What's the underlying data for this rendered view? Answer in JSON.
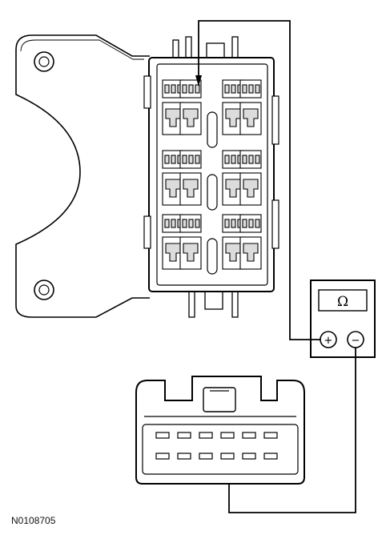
{
  "figure": {
    "id": "N0108705"
  },
  "meter": {
    "symbol": "Ω",
    "plus_symbol": "+",
    "minus_symbol": "−"
  },
  "colors": {
    "stroke": "#000000",
    "background": "#ffffff",
    "fill_gray": "#dcdcdc"
  },
  "connector_top": {
    "rows": 3,
    "cols": 4
  },
  "connector_bottom": {
    "rows": 2,
    "pins_per_row": 6
  }
}
